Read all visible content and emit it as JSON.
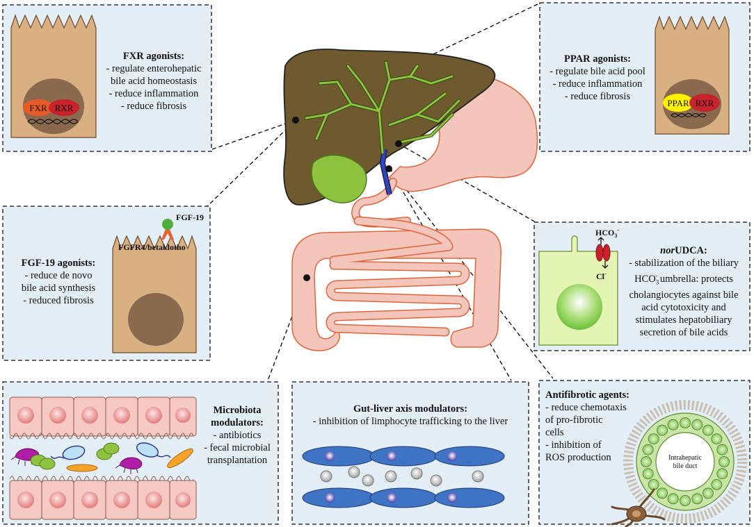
{
  "panels": {
    "fxr": {
      "title": "FXR agonists:",
      "lines": [
        "- regulate enterohepatic",
        "bile acid homeostasis",
        "- reduce inflammation",
        "- reduce fibrosis"
      ],
      "receptor1": "FXR",
      "receptor2": "RXR"
    },
    "ppar": {
      "title": "PPAR agonists:",
      "lines": [
        "- regulate bile acid pool",
        "- reduce inflammation",
        "- reduce fibrosis"
      ],
      "receptor1": "PPAR",
      "receptor2": "RXR"
    },
    "fgf19": {
      "title": "FGF-19 agonists:",
      "lines": [
        "- reduce de novo",
        "bile acid synthesis",
        "- reduced fibrosis"
      ],
      "ligand": "FGF-19",
      "receptor": "FGFR4/betaklotho"
    },
    "norudca": {
      "title_italic": "nor",
      "title_rest": "UDCA:",
      "line1": "- stabilization of the biliary",
      "line2a": "HCO",
      "line2b": "umbrella: protects",
      "lines": [
        "cholangiocytes against bile",
        "acid cytotoxicity and",
        "stimulates hepatobiliary",
        "secretion of bile acids"
      ],
      "ion1": "HCO",
      "ion2": "Cl"
    },
    "microbiota": {
      "title": [
        "Microbiota",
        "modulators:"
      ],
      "lines": [
        "- antibiotics",
        "- fecal microbial",
        "transplantation"
      ]
    },
    "gutliver": {
      "title": "Gut-liver axis modulators:",
      "line": "- inhibition of limphocyte trafficking to the liver"
    },
    "antifibrotic": {
      "title": "Antifibrotic agents:",
      "lines": [
        "- reduce chemotaxis",
        "of pro-fibrotic",
        "cells",
        "- inhibition of",
        "ROS production"
      ],
      "duct_label": [
        "Intrahepatic",
        "bile duct"
      ]
    }
  },
  "colors": {
    "panel_bg": "#e4eef6",
    "hepatocyte": "#d9b082",
    "nucleus": "#8a6a4e",
    "liver": "#6e5a2e",
    "bile_tree": "#8fc23f",
    "intestine": "#f3c0b4",
    "intestine_edge": "#e0643e",
    "cholangiocyte": "#e3f4b3",
    "fxr": "#e85a28",
    "rxr": "#c8232c",
    "ppar": "#fff200",
    "lymph": "#3f74c4"
  }
}
